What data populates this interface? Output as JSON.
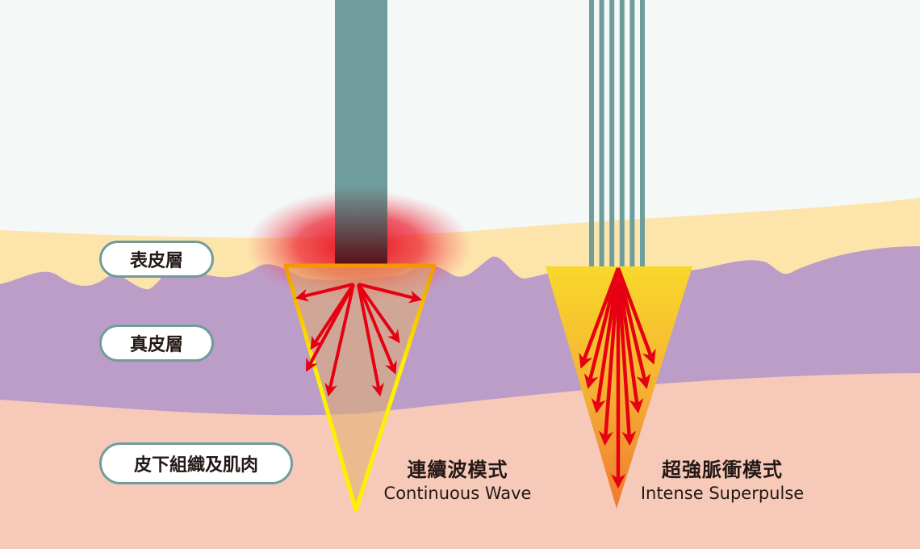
{
  "layers": {
    "epidermis": "表皮層",
    "dermis": "真皮層",
    "subcutaneous": "皮下組織及肌肉"
  },
  "modes": [
    {
      "zh": "連續波模式",
      "en": "Continuous Wave"
    },
    {
      "zh": "超強脈衝模式",
      "en": "Intense Superpulse"
    }
  ],
  "colors": {
    "background": "#f4f8f7",
    "epidermis": "#fde4ab",
    "dermis": "#bb9dc8",
    "subcutaneous": "#f7c9b9",
    "beam": "#6f9d9b",
    "arrow": "#e60012",
    "cone_yellow": "#fff000"
  }
}
